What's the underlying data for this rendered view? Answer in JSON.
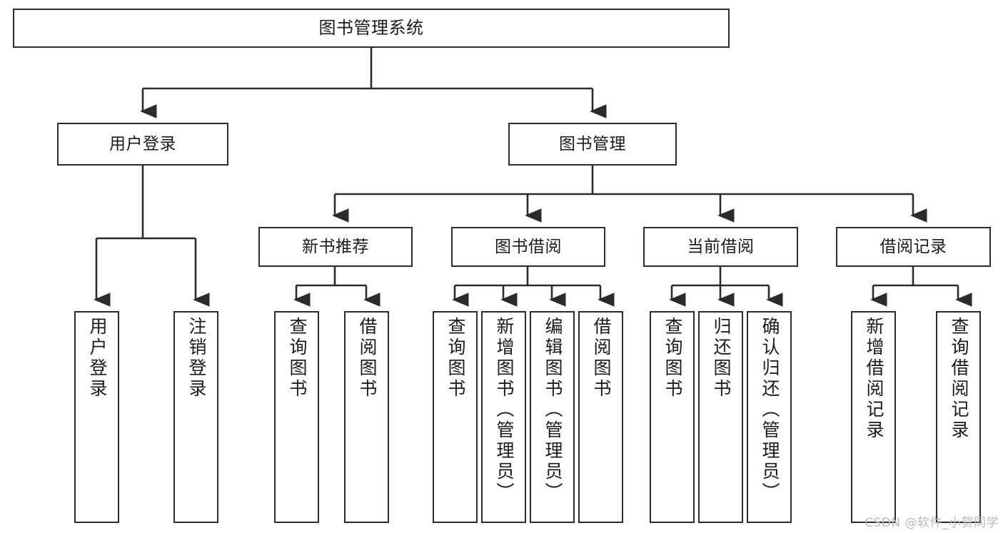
{
  "diagram": {
    "title": "图书管理系统",
    "type": "tree-hierarchy-chart",
    "stroke_color": "#2b2b2b",
    "fill_color": "#ffffff",
    "text_color": "#1b1b1b"
  },
  "nodes": {
    "root": {
      "label": "图书管理系统"
    },
    "level1": [
      {
        "label": "用户登录"
      },
      {
        "label": "图书管理"
      }
    ],
    "level2": [
      {
        "label": "新书推荐"
      },
      {
        "label": "图书借阅"
      },
      {
        "label": "当前借阅"
      },
      {
        "label": "借阅记录"
      }
    ],
    "leaves": {
      "user_login": [
        {
          "label": "用户登录"
        },
        {
          "label": "注销登录"
        }
      ],
      "new_book_recommend": [
        {
          "label": "查询图书"
        },
        {
          "label": "借阅图书"
        }
      ],
      "book_borrow": [
        {
          "label": "查询图书"
        },
        {
          "label": "新增图书（管理员）"
        },
        {
          "label": "编辑图书（管理员）"
        },
        {
          "label": "借阅图书"
        }
      ],
      "current_borrow": [
        {
          "label": "查询图书"
        },
        {
          "label": "归还图书"
        },
        {
          "label": "确认归还（管理员）"
        }
      ],
      "borrow_record": [
        {
          "label": "新增借阅记录"
        },
        {
          "label": "查询借阅记录"
        }
      ]
    }
  },
  "watermark": {
    "text": "CSDN @软件_小贺同学"
  }
}
